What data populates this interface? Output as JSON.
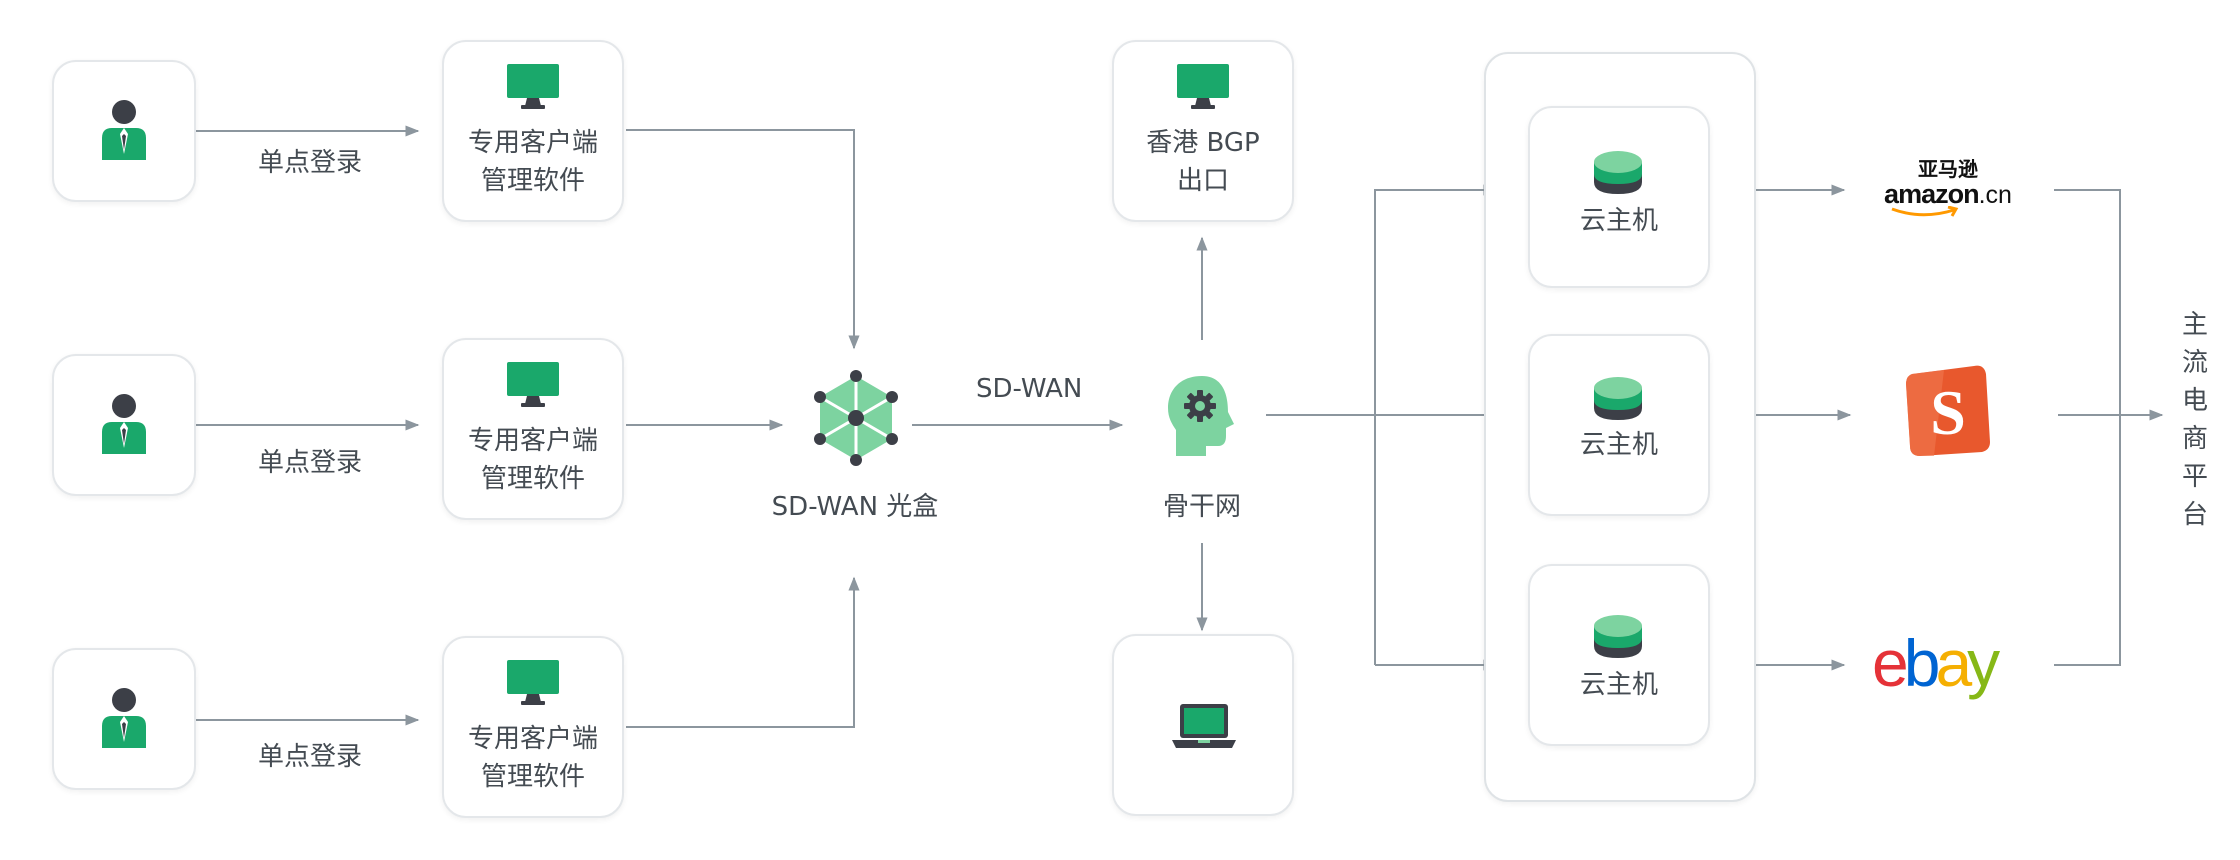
{
  "colors": {
    "accent": "#1aa86b",
    "accent_light": "#7dd3a0",
    "dark": "#3c3f47",
    "line": "#8c969e",
    "border": "#e4e7ea"
  },
  "users": [
    {
      "icon": "user-icon",
      "link_label": "单点登录",
      "client_line1": "专用客户端",
      "client_line2": "管理软件",
      "client_icon": "monitor-icon"
    },
    {
      "icon": "user-icon",
      "link_label": "单点登录",
      "client_line1": "专用客户端",
      "client_line2": "管理软件",
      "client_icon": "monitor-icon"
    },
    {
      "icon": "user-icon",
      "link_label": "单点登录",
      "client_line1": "专用客户端",
      "client_line2": "管理软件",
      "client_icon": "monitor-icon"
    }
  ],
  "hub": {
    "icon": "network-hub-icon",
    "label": "SD-WAN 光盒"
  },
  "edge_sdwan": "SD-WAN",
  "backbone": {
    "icon": "brain-gear-icon",
    "label": "骨干网"
  },
  "bgp": {
    "icon": "monitor-icon",
    "line1": "香港 BGP",
    "line2": "出口"
  },
  "laptop": {
    "icon": "laptop-icon"
  },
  "cloud_hosts": [
    {
      "icon": "database-icon",
      "label": "云主机"
    },
    {
      "icon": "database-icon",
      "label": "云主机"
    },
    {
      "icon": "database-icon",
      "label": "云主机"
    }
  ],
  "platforms": [
    {
      "name": "amazon",
      "logo_top": "亚马逊",
      "logo_main": "amazon",
      "logo_suffix": ".cn"
    },
    {
      "name": "shopify",
      "logo_letter": "S"
    },
    {
      "name": "ebay",
      "letters": [
        "e",
        "b",
        "a",
        "y"
      ],
      "letter_colors": [
        "#e53238",
        "#0064d2",
        "#f5af02",
        "#86b817"
      ]
    }
  ],
  "target_label": "主流电商平台"
}
